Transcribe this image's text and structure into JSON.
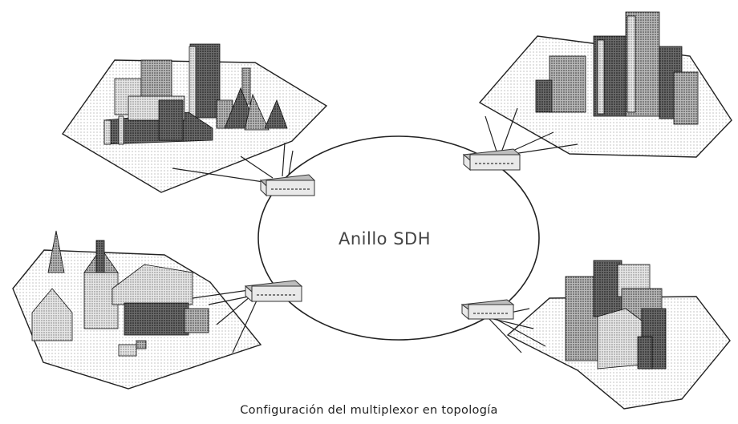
{
  "diagram": {
    "ring_label": "Anillo SDH",
    "caption": "Configuración del multiplexor en topología",
    "nodes": [
      {
        "id": "mux-top-left",
        "site": "city-district"
      },
      {
        "id": "mux-top-right",
        "site": "downtown-highrises"
      },
      {
        "id": "mux-bottom-left",
        "site": "town-church"
      },
      {
        "id": "mux-bottom-right",
        "site": "office-blocks"
      }
    ]
  }
}
